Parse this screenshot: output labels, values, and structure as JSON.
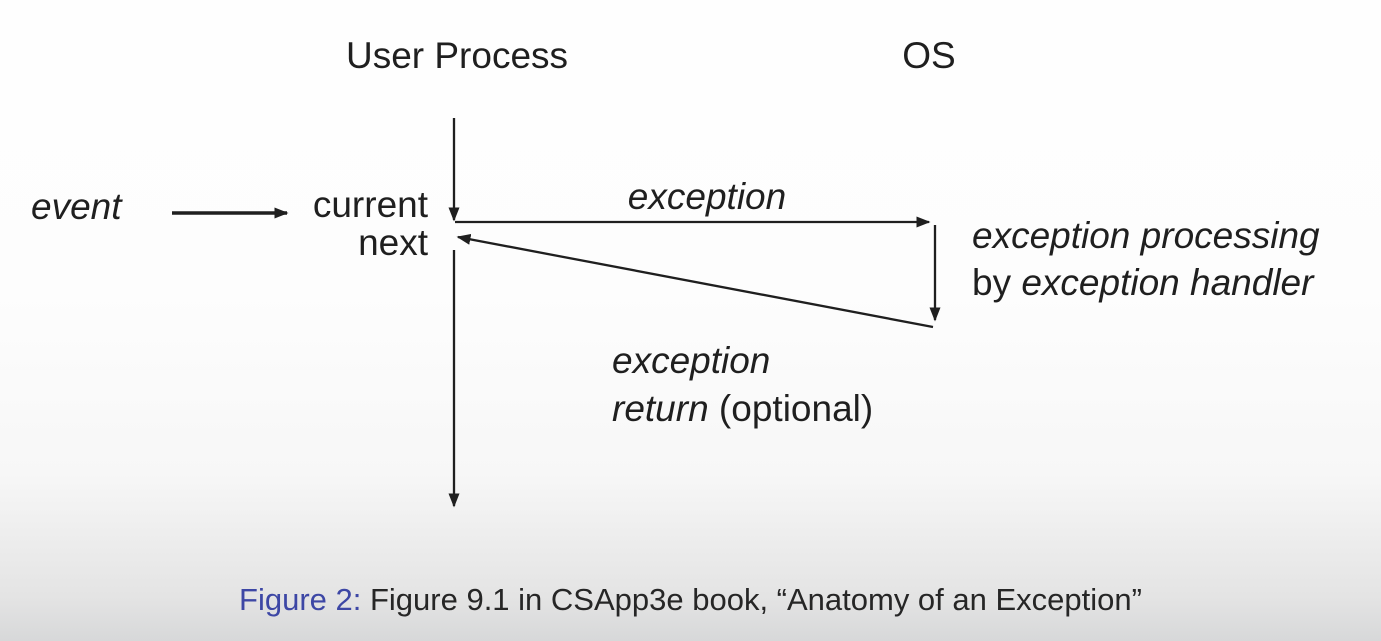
{
  "colors": {
    "ink": "#1f1f1f",
    "caption_accent": "#3d47a5"
  },
  "diagram": {
    "columns": {
      "user_process": "User Process",
      "os": "OS"
    },
    "event_label": "event",
    "states": {
      "current": "current",
      "next": "next"
    },
    "exception_arrow_label": "exception",
    "processing_note": {
      "line1_italic": "exception processing",
      "line2_plain": "by ",
      "line2_italic": "exception handler"
    },
    "return_note": {
      "line1_italic": "exception",
      "line2_italic": "return",
      "line2_plain": " (optional)"
    }
  },
  "caption": {
    "label": "Figure 2:",
    "text": " Figure 9.1 in CSApp3e book, “Anatomy of an Exception”"
  }
}
